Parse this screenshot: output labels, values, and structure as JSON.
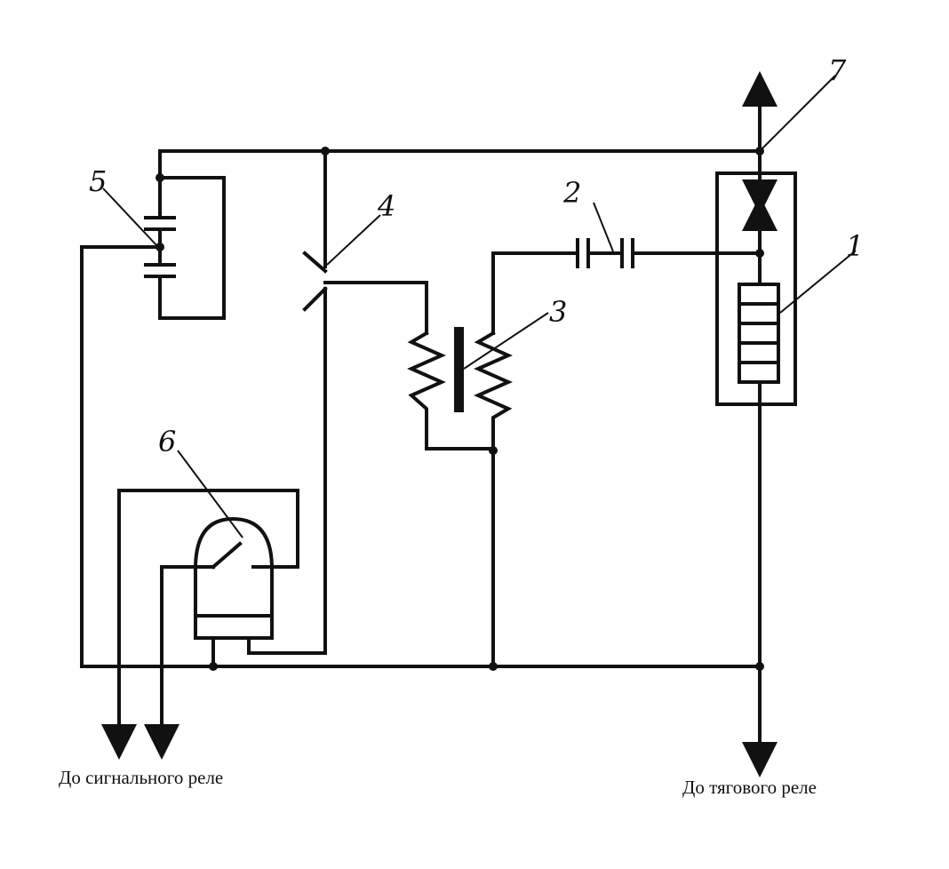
{
  "labels": {
    "l1": "1",
    "l2": "2",
    "l3": "3",
    "l4": "4",
    "l5": "5",
    "l6": "6",
    "l7": "7"
  },
  "captions": {
    "signal_relay": "До сигнального реле",
    "traction_relay": "До тягового реле"
  }
}
